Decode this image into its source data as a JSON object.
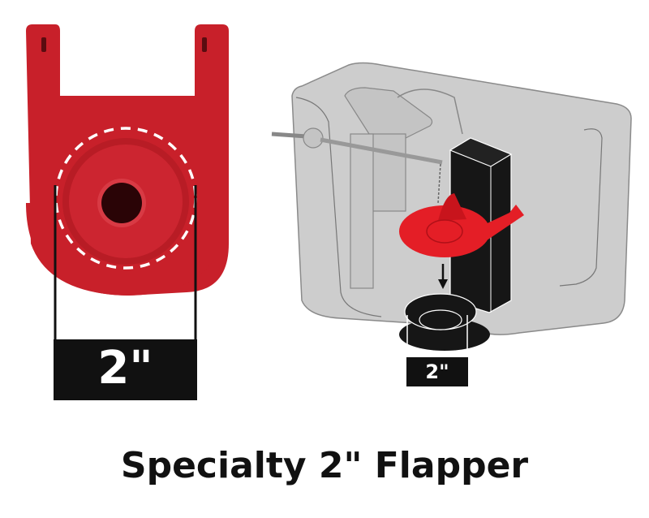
{
  "left_panel": {
    "part": "flapper-top-view",
    "color": "#c8202a",
    "dimension_label": "2\""
  },
  "right_panel": {
    "part": "toilet-tank-cutaway",
    "flapper_color": "#e41e26",
    "dimension_label": "2\""
  },
  "caption": "Specialty 2\" Flapper"
}
